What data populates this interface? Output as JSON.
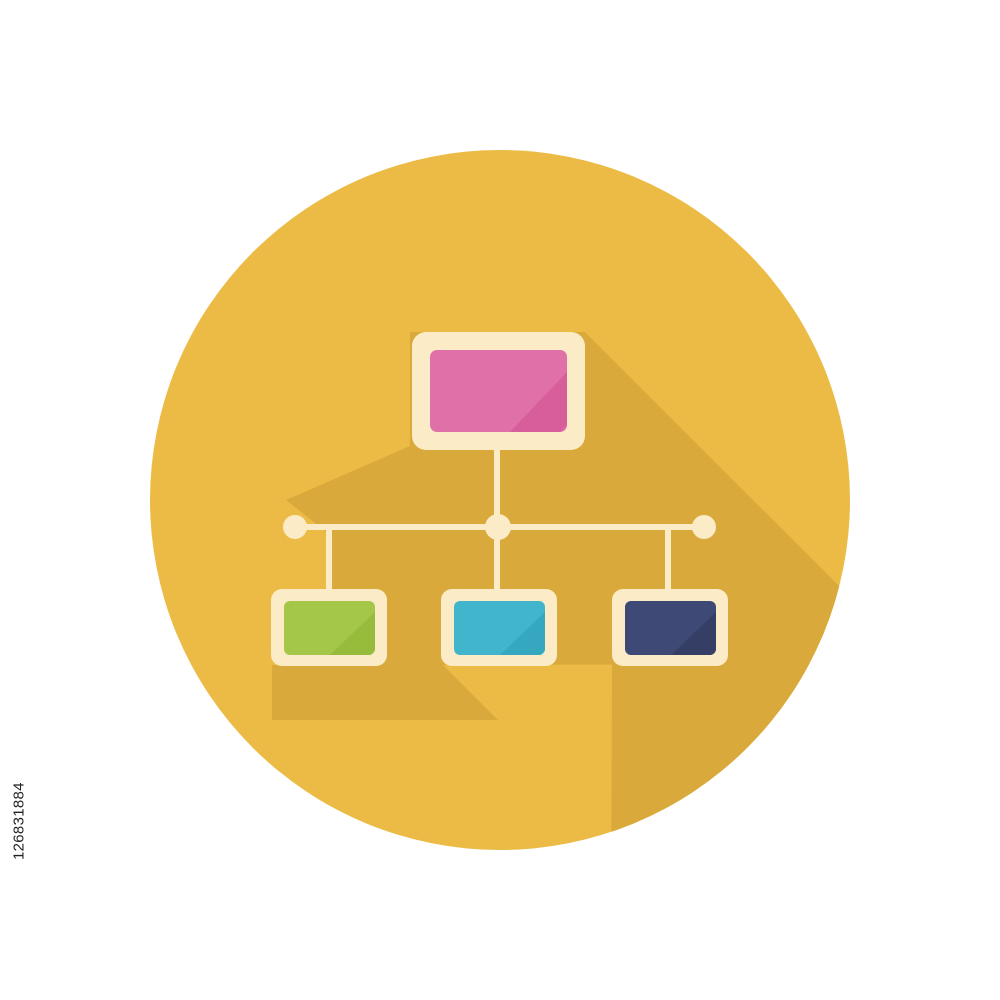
{
  "colors": {
    "background": "#ffffff",
    "circle": "#ecbb45",
    "long_shadow": "#d9a93c",
    "frame": "#fbecc7",
    "connector": "#fbecc7",
    "top_node": "#e070a8",
    "left_node": "#9ec23f",
    "middle_node": "#3ab0c6",
    "right_node": "#3a4670"
  },
  "icon": {
    "name": "hierarchy-chart-icon",
    "nodes": [
      {
        "id": "top",
        "color": "#e070a8"
      },
      {
        "id": "left",
        "color": "#9ec23f"
      },
      {
        "id": "middle",
        "color": "#3ab0c6"
      },
      {
        "id": "right",
        "color": "#3a4670"
      }
    ]
  },
  "stock": {
    "id_text": "126831884"
  }
}
